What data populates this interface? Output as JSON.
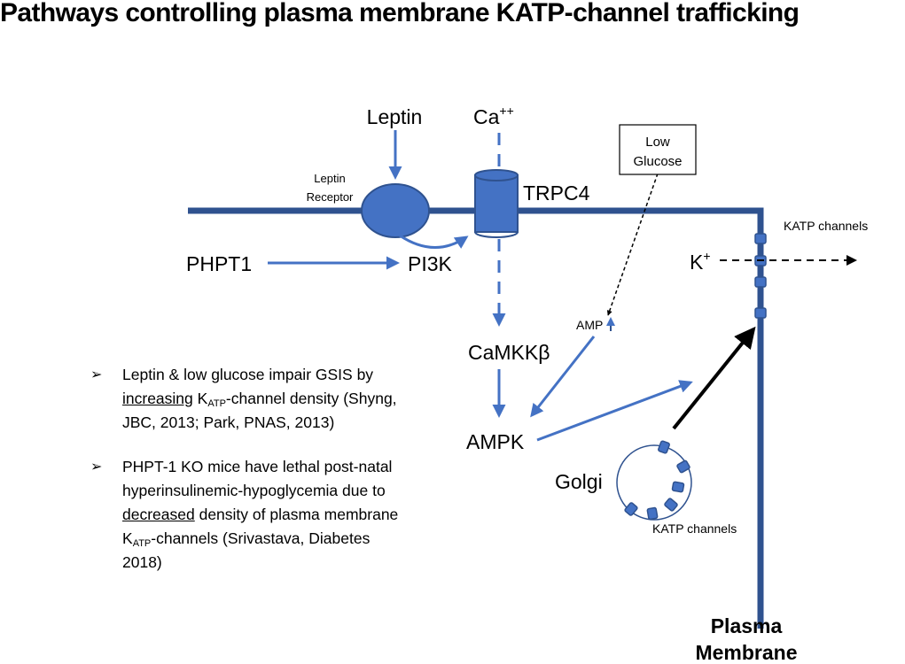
{
  "title": "Pathways controlling plasma membrane KATP-channel trafficking",
  "labels": {
    "leptin": "Leptin",
    "ca_base": "Ca",
    "ca_sup": "++",
    "low_glucose_line1": "Low",
    "low_glucose_line2": "Glucose",
    "leptin_receptor_line1": "Leptin",
    "leptin_receptor_line2": "Receptor",
    "trpc4": "TRPC4",
    "katp_channels_top": "KATP channels",
    "k_base": "K",
    "k_sup": "+",
    "phpt1": "PHPT1",
    "pi3k": "PI3K",
    "amp": "AMP",
    "camkkb": "CaMKKβ",
    "ampk": "AMPK",
    "golgi": "Golgi",
    "katp_channels_golgi": "KATP channels",
    "plasma_membrane_line1": "Plasma",
    "plasma_membrane_line2": "Membrane"
  },
  "bullets": [
    {
      "marker": "➢",
      "line1": "Leptin & low glucose impair GSIS by",
      "underlined": "increasing",
      "k": "K",
      "k_sub": "ATP",
      "after_k": "-channel density (Shyng,",
      "line3": "JBC, 2013; Park, PNAS, 2013)"
    },
    {
      "marker": "➢",
      "line1": "PHPT-1 KO mice have lethal post-natal",
      "line2": "hyperinsulinemic-hypoglycemia due to",
      "underlined": "decreased",
      "after_underlined": " density of plasma membrane",
      "k": "K",
      "k_sub": "ATP",
      "after_k": "-channels (Srivastava, Diabetes",
      "line5": "2018)"
    }
  ],
  "colors": {
    "membrane": "#2f528f",
    "arrow_blue": "#4472c4",
    "fill_blue": "#4472c4",
    "black": "#000000"
  }
}
